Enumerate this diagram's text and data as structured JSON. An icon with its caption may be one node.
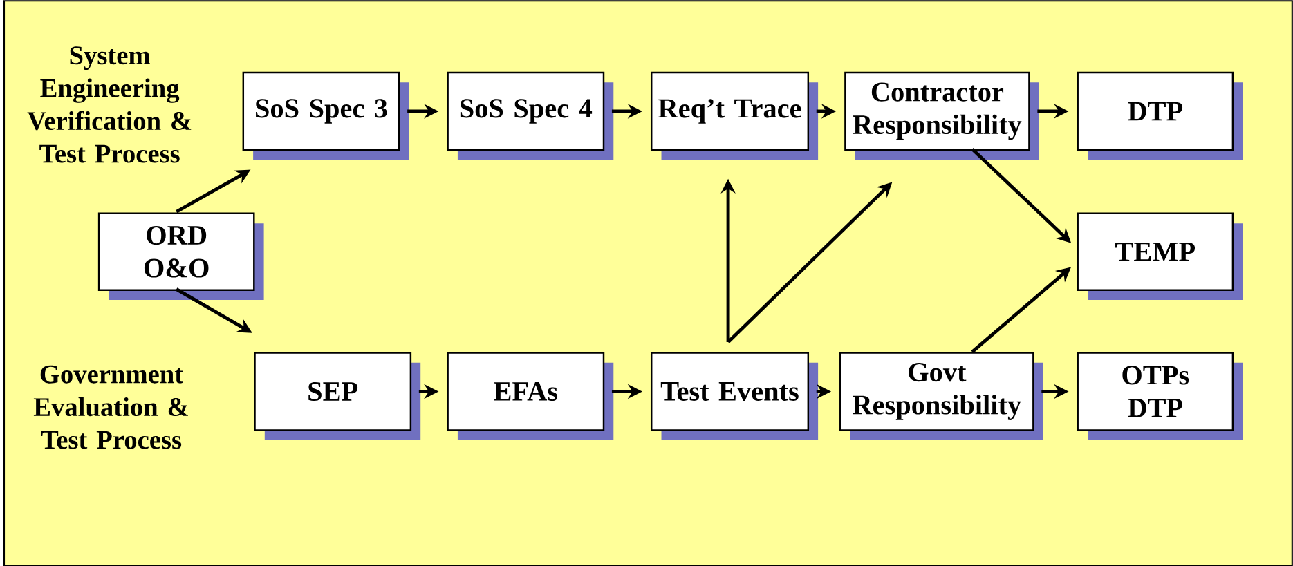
{
  "diagram": {
    "nodes": [
      {
        "text": [
          "SoS Spec 3"
        ]
      },
      {
        "text": [
          "SoS Spec 4"
        ]
      },
      {
        "text": [
          "Req’t Trace"
        ]
      },
      {
        "text": [
          "Contractor Responsibility"
        ]
      },
      {
        "text": [
          "DTP"
        ]
      },
      {
        "text": [
          "ORD O&O"
        ]
      },
      {
        "text": [
          "TEMP"
        ]
      },
      {
        "text": [
          "SEP"
        ]
      },
      {
        "text": [
          "EFAs"
        ]
      },
      {
        "text": [
          "Test Events"
        ]
      },
      {
        "text": [
          "Govt Responsibility"
        ]
      },
      {
        "text": [
          "OTPs DTP"
        ]
      }
    ],
    "edges": [
      {
        "from": 5,
        "to": 0,
        "arrow": "to"
      },
      {
        "from": 5,
        "to": 7,
        "arrow": "to"
      },
      {
        "from": 0,
        "to": 1,
        "arrow": "to"
      },
      {
        "from": 1,
        "to": 2,
        "arrow": "to"
      },
      {
        "from": 2,
        "to": 3,
        "arrow": "to"
      },
      {
        "from": 3,
        "to": 4,
        "arrow": "to"
      },
      {
        "from": 7,
        "to": 8,
        "arrow": "to"
      },
      {
        "from": 8,
        "to": 9,
        "arrow": "to"
      },
      {
        "from": 9,
        "to": 10,
        "arrow": "to"
      },
      {
        "from": 10,
        "to": 11,
        "arrow": "to"
      },
      {
        "from": 3,
        "to": 6,
        "arrow": "to"
      },
      {
        "from": 10,
        "to": 6,
        "arrow": "to"
      },
      {
        "from": 9,
        "to": 2,
        "arrow": "to"
      },
      {
        "from": 9,
        "to": 3,
        "arrow": "to"
      }
    ],
    "labels": [
      "System Engineering Verification & Test Process",
      "Government Evaluation & Test Process"
    ]
  }
}
